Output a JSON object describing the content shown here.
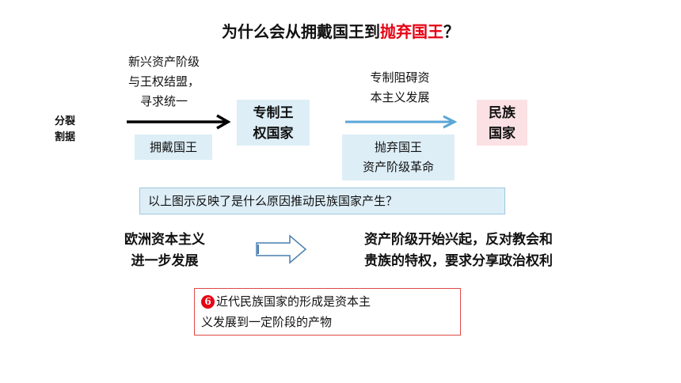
{
  "title": {
    "part1": "为什么会从拥戴国王到",
    "part2": "抛弃国王",
    "part3": "？"
  },
  "split_label": {
    "line1": "分裂",
    "line2": "割据"
  },
  "left_note": {
    "line1": "新兴资产阶级",
    "line2": "与王权结盟，",
    "line3": "寻求统一"
  },
  "support_king": "拥戴国王",
  "autocratic_state": {
    "line1": "专制王",
    "line2": "权国家"
  },
  "middle_note": {
    "line1": "专制阻碍资",
    "line2": "本主义发展"
  },
  "abandon_box": {
    "line1": "抛弃国王",
    "line2": "资产阶级革命"
  },
  "nation_state": {
    "line1": "民族",
    "line2": "国家"
  },
  "question": "以上图示反映了是什么原因推动民族国家产生？",
  "cause": {
    "line1": "欧洲资本主义",
    "line2": "进一步发展"
  },
  "effect": {
    "line1": "资产阶级开始兴起，反对教会和",
    "line2": "贵族的特权，要求分享政治权利"
  },
  "conclusion": {
    "marker": "6",
    "line1": "近代民族国家的形成是资本主",
    "line2": "义发展到一定阶段的产物"
  },
  "colors": {
    "highlight": "#e60012",
    "arrow_blue": "#5aa6d6",
    "box_blue": "#ddeef7",
    "box_pink": "#fbe1e4"
  }
}
